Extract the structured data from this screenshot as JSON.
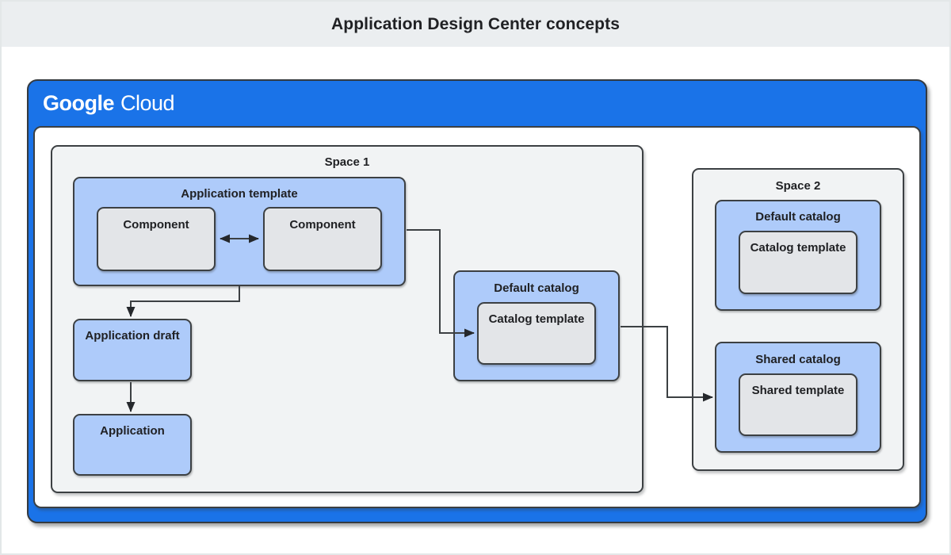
{
  "header": {
    "title": "Application Design Center concepts"
  },
  "brand": {
    "google": "Google",
    "cloud": "Cloud"
  },
  "colors": {
    "google_blue": "#1a73e8",
    "node_blue": "#aecbfa",
    "node_gray": "#e3e5e8",
    "space_bg": "#f1f3f4",
    "border_dark": "#3c4043",
    "header_bg": "#ebeef0",
    "line": "#3c4043"
  },
  "space1": {
    "label": "Space 1",
    "application_template": {
      "label": "Application template",
      "components": [
        "Component",
        "Component"
      ]
    },
    "application_draft": {
      "label": "Application draft"
    },
    "application": {
      "label": "Application"
    },
    "default_catalog": {
      "label": "Default catalog",
      "template": "Catalog template"
    }
  },
  "space2": {
    "label": "Space 2",
    "default_catalog": {
      "label": "Default catalog",
      "template": "Catalog template"
    },
    "shared_catalog": {
      "label": "Shared catalog",
      "template": "Shared template"
    }
  },
  "edges": [
    {
      "from": "component-1",
      "to": "component-2",
      "style": "bidirectional"
    },
    {
      "from": "application-template",
      "to": "application-draft",
      "style": "arrow"
    },
    {
      "from": "application-draft",
      "to": "application",
      "style": "arrow"
    },
    {
      "from": "application-template",
      "to": "space1-catalog-template",
      "style": "arrow"
    },
    {
      "from": "space1-default-catalog",
      "to": "space2-shared-catalog",
      "style": "arrow"
    }
  ]
}
